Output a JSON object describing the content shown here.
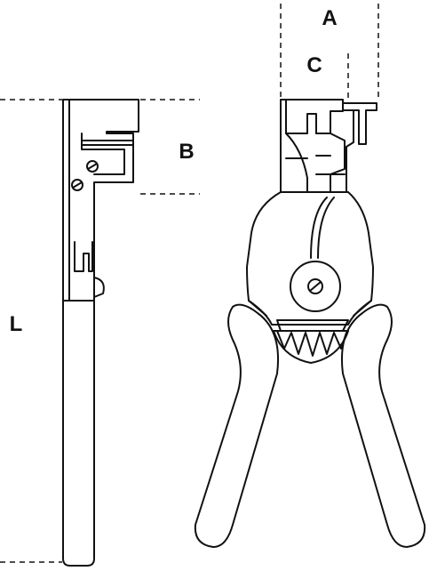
{
  "labels": {
    "a": "A",
    "b": "B",
    "c": "C",
    "l": "L"
  },
  "colors": {
    "stroke": "#111111",
    "background": "#ffffff"
  }
}
